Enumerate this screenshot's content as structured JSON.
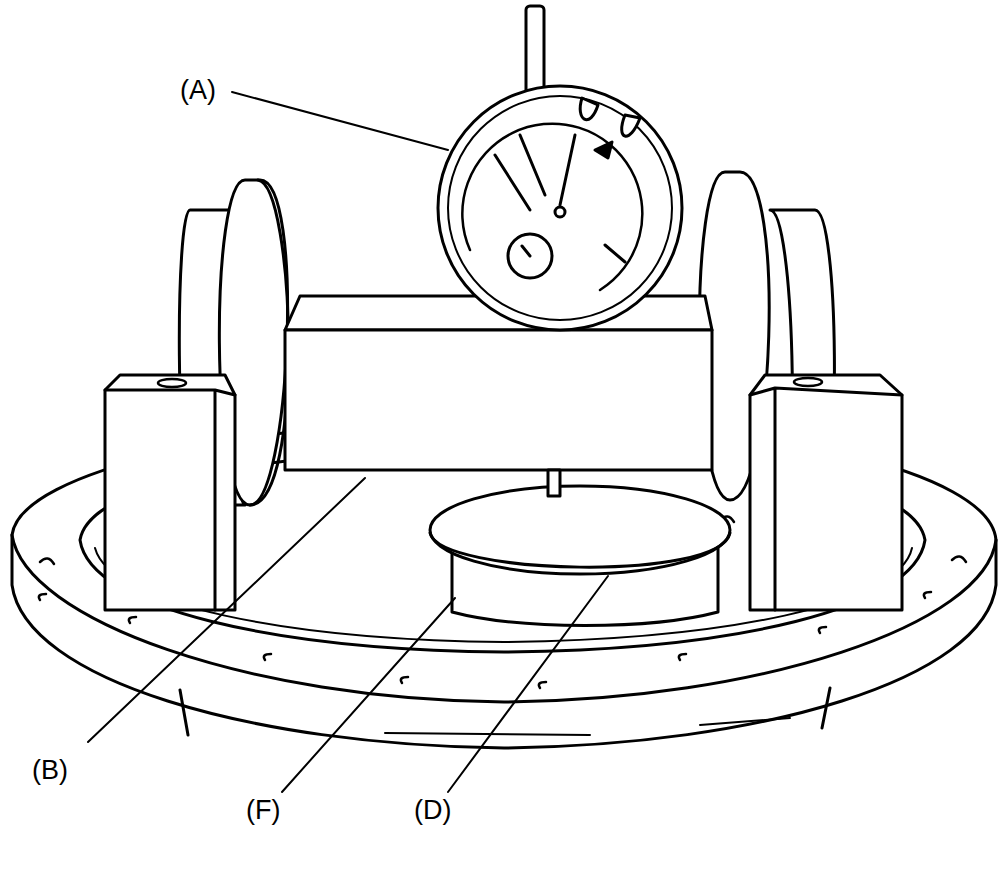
{
  "diagram": {
    "labels": [
      "(A)",
      "(B)",
      "(F)",
      "(D)"
    ]
  }
}
